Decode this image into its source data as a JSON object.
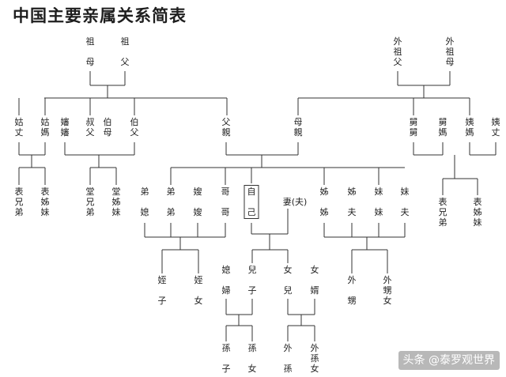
{
  "title": "中国主要亲属关系简表",
  "watermark": "头条 @泰罗观世界",
  "nodes": {
    "grandma": "祖\n\n母",
    "grandpa": "祖\n\n父",
    "mat_grandpa": "外\n祖\n父",
    "mat_grandma": "外\n祖\n母",
    "guzhang": "姑\n丈",
    "gumu": "姑\n媽",
    "shenshen": "嬸\n嬸",
    "shufu": "叔\n父",
    "bomu": "伯\n母",
    "bofu": "伯\n父",
    "father": "父\n親",
    "mother": "母\n親",
    "jiujiu": "舅\n舅",
    "jiuma": "舅\n媽",
    "yima": "姨\n媽",
    "yizhang": "姨\n丈",
    "biao_xiongdi_l": "表\n兄\n弟",
    "biao_jiemei_l": "表\n姊\n妹",
    "tang_xiongdi": "堂\n兄\n弟",
    "tang_jiemei": "堂\n姊\n妹",
    "dimei": "弟\n\n媳",
    "didi": "弟\n\n弟",
    "saosao": "嫂\n\n嫂",
    "gege": "哥\n\n哥",
    "self": "自\n\n己",
    "wife": "妻(夫)",
    "jiejie": "姊\n\n姊",
    "jiefu": "姊\n\n夫",
    "meimei": "妹\n\n妹",
    "meifu": "妹\n\n夫",
    "biao_xiongdi_r": "表\n兄\n弟",
    "biao_jiemei_r": "表\n姊\n妹",
    "zhizi": "姪\n\n子",
    "zhinv": "姪\n\n女",
    "xifu": "媳\n\n婦",
    "erzi": "兒\n\n子",
    "nver": "女\n\n兒",
    "nvxu": "女\n\n婿",
    "waisheng": "外\n\n甥",
    "waishengnv": "外\n甥\n女",
    "sunzi": "孫\n\n子",
    "sunnv": "孫\n\n女",
    "waisun": "外\n\n孫",
    "waisunnv": "外\n孫\n女"
  }
}
